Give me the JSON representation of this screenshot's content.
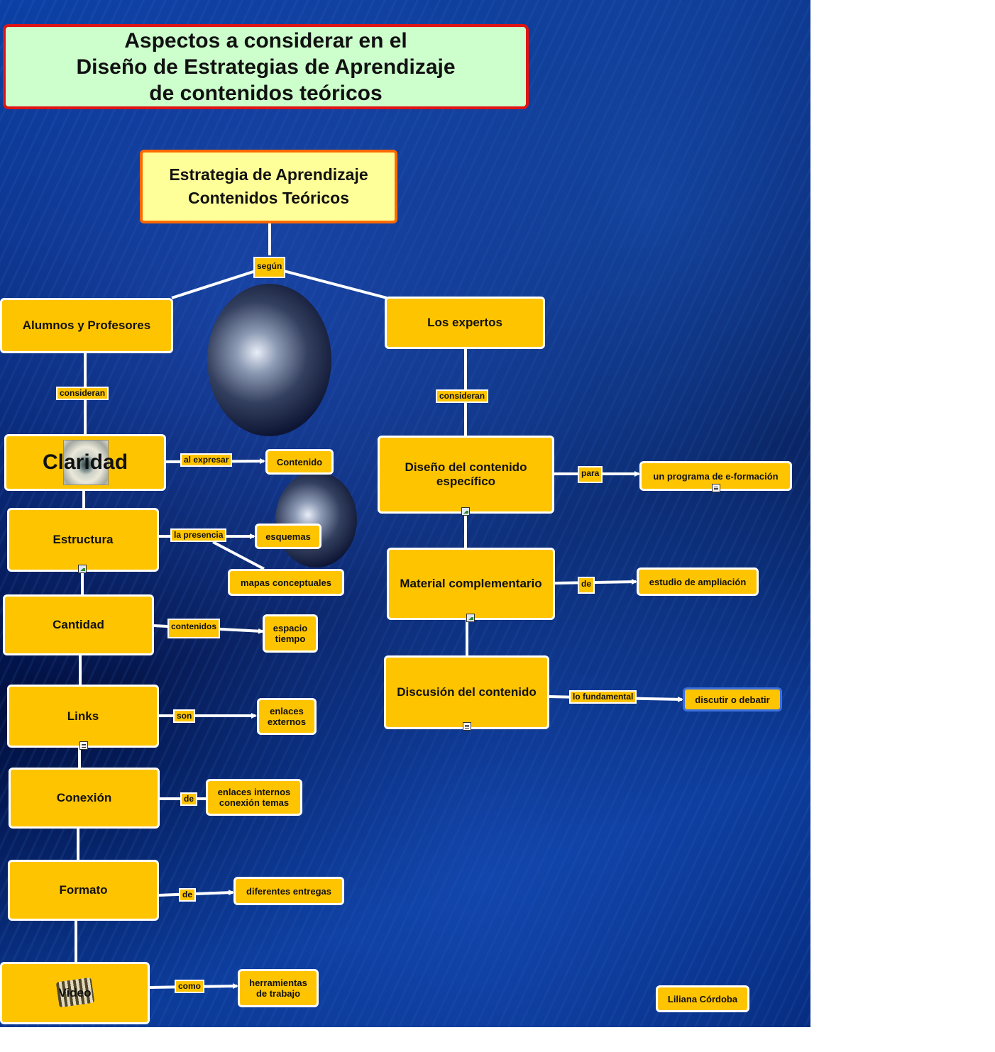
{
  "title": "Aspectos a considerar en el\nDiseño de Estrategias de Aprendizaje\nde contenidos teóricos",
  "main": "Estrategia de Aprendizaje\nContenidos Teóricos",
  "links": {
    "segun": "según",
    "consideran_left": "consideran",
    "consideran_right": "consideran",
    "al_expresar": "al expresar",
    "la_presencia": "la presencia",
    "contenidos": "contenidos",
    "son": "son",
    "de_conexion": "de",
    "de_formato": "de",
    "como": "como",
    "para": "para",
    "de_material": "de",
    "lo_fundamental": "lo fundamental"
  },
  "nodes": {
    "alumnos": "Alumnos y Profesores",
    "expertos": "Los expertos",
    "claridad": "Claridad",
    "contenido": "Contenido",
    "estructura": "Estructura",
    "esquemas": "esquemas",
    "mapas": "mapas conceptuales",
    "cantidad": "Cantidad",
    "espacio": "espacio\ntiempo",
    "links": "Links",
    "enlaces_ext": "enlaces\nexternos",
    "conexion": "Conexión",
    "enlaces_int": "enlaces internos\nconexión temas",
    "formato": "Formato",
    "entregas": "diferentes entregas",
    "video": "Video",
    "herramientas": "herramientas\nde trabajo",
    "diseno": "Diseño del contenido\nespecífico",
    "programa": "un programa de e-formación",
    "material": "Material complementario",
    "ampliacion": "estudio de ampliación",
    "discusion": "Discusión del contenido",
    "debatir": "discutir o debatir",
    "autor": "Liliana Córdoba"
  },
  "colors": {
    "node_fill": "#ffc400",
    "title_fill": "#ccffcc",
    "title_border": "#e01414",
    "main_fill": "#ffff99",
    "main_border": "#ff6a00",
    "highlight_border": "#3a6fe0"
  }
}
